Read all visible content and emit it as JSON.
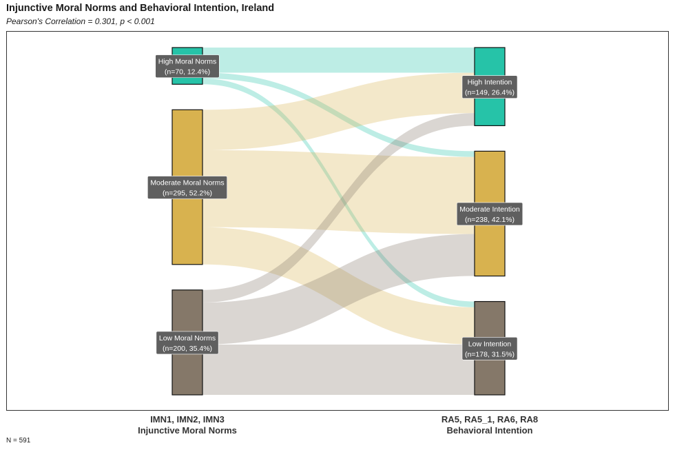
{
  "title": "Injunctive Moral Norms and Behavioral Intention, Ireland",
  "subtitle": "Pearson's Correlation = 0.301, p < 0.001",
  "footnote": "N = 591",
  "chart_data": {
    "type": "sankey",
    "total": 591,
    "axes": [
      {
        "line1": "IMN1, IMN2, IMN3",
        "line2": "Injunctive Moral Norms"
      },
      {
        "line1": "RA5, RA5_1, RA6, RA8",
        "line2": "Behavioral Intention"
      }
    ],
    "colors": {
      "high": "#26c3a8",
      "moderate": "#d8b24f",
      "low": "#857869"
    },
    "left_nodes": [
      {
        "id": "high",
        "label": "High Moral Norms",
        "detail": "(n=70, 12.4%)",
        "n": 70
      },
      {
        "id": "moderate",
        "label": "Moderate Moral Norms",
        "detail": "(n=295, 52.2%)",
        "n": 295
      },
      {
        "id": "low",
        "label": "Low Moral Norms",
        "detail": "(n=200, 35.4%)",
        "n": 200
      }
    ],
    "right_nodes": [
      {
        "id": "high",
        "label": "High Intention",
        "detail": "(n=149, 26.4%)",
        "n": 149
      },
      {
        "id": "moderate",
        "label": "Moderate Intention",
        "detail": "(n=238, 42.1%)",
        "n": 238
      },
      {
        "id": "low",
        "label": "Low Intention",
        "detail": "(n=178, 31.5%)",
        "n": 178
      }
    ],
    "flows": [
      {
        "source": "high",
        "target": "high",
        "value": 48
      },
      {
        "source": "high",
        "target": "moderate",
        "value": 11
      },
      {
        "source": "high",
        "target": "low",
        "value": 11
      },
      {
        "source": "moderate",
        "target": "high",
        "value": 77
      },
      {
        "source": "moderate",
        "target": "moderate",
        "value": 147
      },
      {
        "source": "moderate",
        "target": "low",
        "value": 71
      },
      {
        "source": "low",
        "target": "high",
        "value": 24
      },
      {
        "source": "low",
        "target": "moderate",
        "value": 80
      },
      {
        "source": "low",
        "target": "low",
        "value": 96
      }
    ]
  }
}
